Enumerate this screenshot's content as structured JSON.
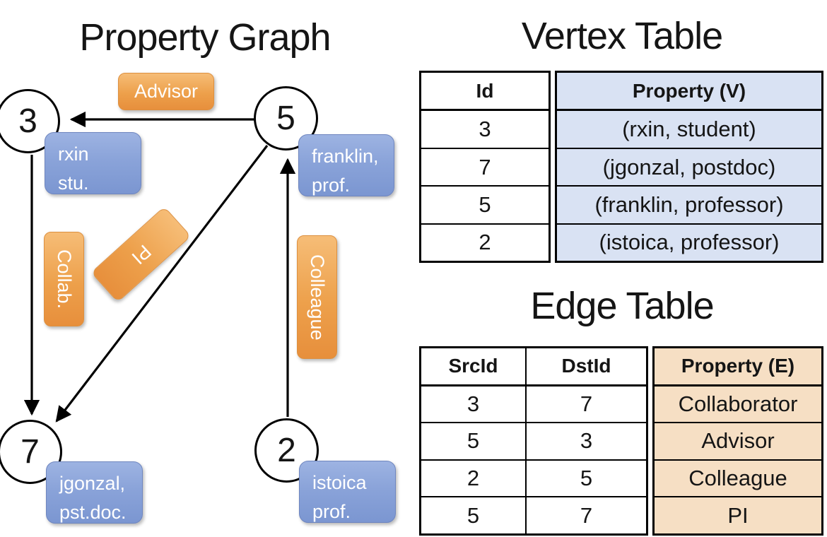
{
  "graph": {
    "title": "Property Graph",
    "nodes": [
      {
        "id": "3",
        "prop_line1": "rxin",
        "prop_line2": "stu."
      },
      {
        "id": "5",
        "prop_line1": "franklin,",
        "prop_line2": "prof."
      },
      {
        "id": "7",
        "prop_line1": "jgonzal,",
        "prop_line2": "pst.doc."
      },
      {
        "id": "2",
        "prop_line1": "istoica",
        "prop_line2": "prof."
      }
    ],
    "edge_labels": {
      "advisor": "Advisor",
      "collab": "Collab.",
      "pi": "PI",
      "colleague": "Colleague"
    }
  },
  "vertex_table": {
    "title": "Vertex Table",
    "columns": {
      "id": "Id",
      "property": "Property (V)"
    },
    "rows": [
      [
        "3",
        "(rxin, student)"
      ],
      [
        "7",
        "(jgonzal, postdoc)"
      ],
      [
        "5",
        "(franklin, professor)"
      ],
      [
        "2",
        "(istoica, professor)"
      ]
    ]
  },
  "edge_table": {
    "title": "Edge Table",
    "columns": {
      "src": "SrcId",
      "dst": "DstId",
      "property": "Property (E)"
    },
    "rows": [
      [
        "3",
        "7",
        "Collaborator"
      ],
      [
        "5",
        "3",
        "Advisor"
      ],
      [
        "2",
        "5",
        "Colleague"
      ],
      [
        "5",
        "7",
        "PI"
      ]
    ]
  },
  "colors": {
    "edge_pill_orange": "#ED9F4A",
    "vertex_card_blue": "#8AA3D9",
    "vertex_table_fill": "#D9E2F3",
    "edge_table_fill": "#F6DFC4",
    "line_black": "#000000",
    "text_white": "#FFFFFF"
  }
}
